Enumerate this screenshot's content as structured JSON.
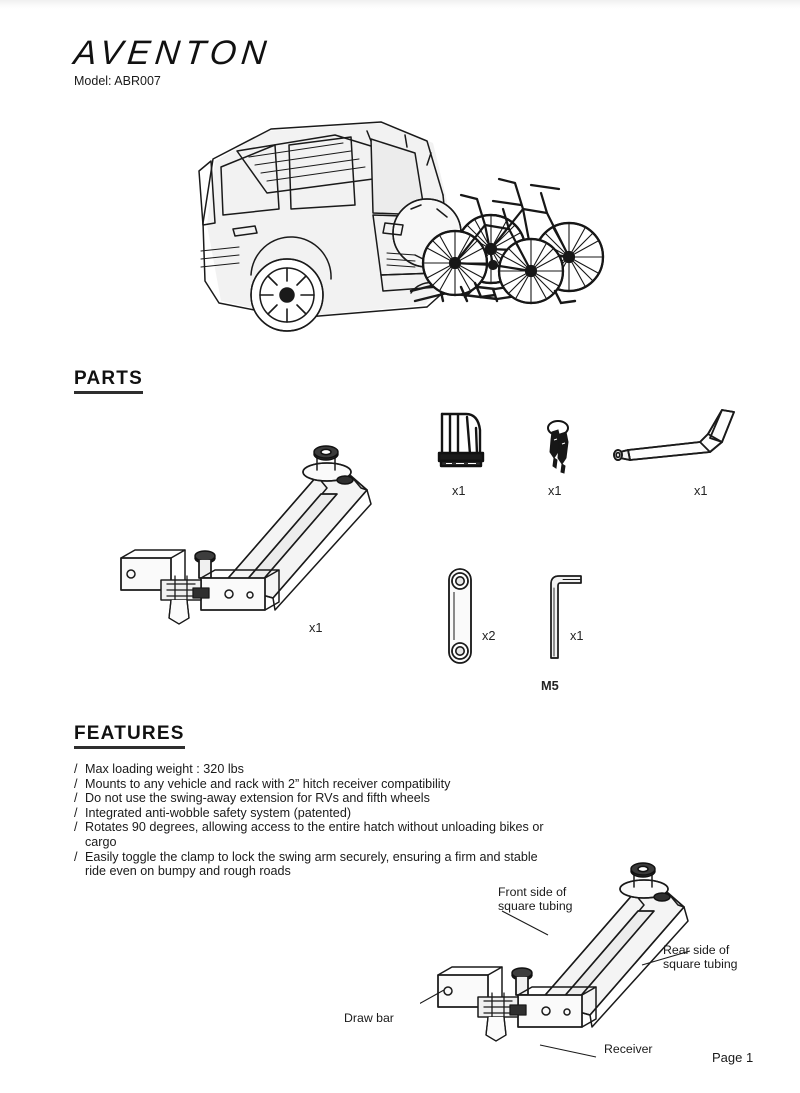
{
  "document": {
    "brand": "AVENTON",
    "model_label": "Model: ABR007",
    "page_number": "Page 1"
  },
  "sections": {
    "parts_heading": "PARTS",
    "features_heading": "FEATURES"
  },
  "parts": [
    {
      "name": "swing-arm-hitch-assembly",
      "qty": "x1",
      "caption": ""
    },
    {
      "name": "wheel-cradle-bracket",
      "qty": "x1",
      "caption": ""
    },
    {
      "name": "keys",
      "qty": "x1",
      "caption": ""
    },
    {
      "name": "bent-swing-arm-extension",
      "qty": "x1",
      "caption": ""
    },
    {
      "name": "link-strap-plate",
      "qty": "x2",
      "caption": ""
    },
    {
      "name": "hex-key",
      "qty": "x1",
      "caption": "M5"
    }
  ],
  "features": {
    "bullet_marker": "/",
    "items": [
      "Max loading weight : 320 lbs",
      "Mounts to any vehicle and rack with 2” hitch receiver compatibility",
      "Do not use the swing-away extension for RVs and fifth wheels",
      "Integrated anti-wobble safety system (patented)",
      "Rotates 90 degrees, allowing access to the entire hatch without unloading bikes or cargo",
      "Easily toggle the clamp to lock the swing arm securely, ensuring a firm and stable ride even on bumpy and rough roads"
    ]
  },
  "diagram_callouts": [
    {
      "name": "front-side-of-square-tubing",
      "text": "Front side of\nsquare tubing"
    },
    {
      "name": "rear-side-of-square-tubing",
      "text": "Rear side of\nsquare tubing"
    },
    {
      "name": "draw-bar",
      "text": "Draw bar"
    },
    {
      "name": "receiver",
      "text": "Receiver"
    }
  ],
  "colors": {
    "ink": "#1a1a1a",
    "rule": "#2e2e2e",
    "paper": "#ffffff",
    "shade": "#e8e8e8"
  }
}
